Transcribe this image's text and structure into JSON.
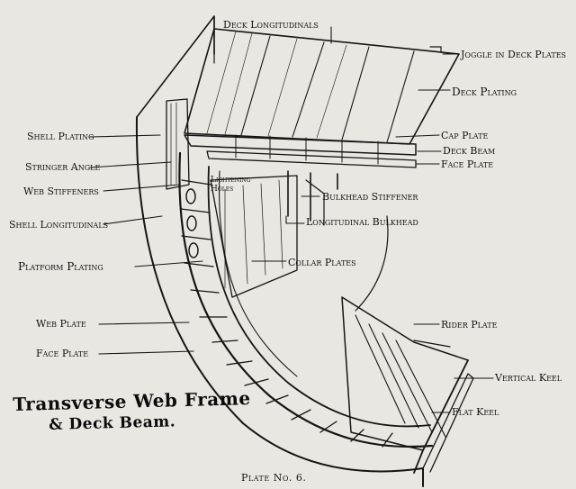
{
  "title": {
    "line1": "Transverse Web Frame",
    "line2": "& Deck Beam."
  },
  "caption": "Plate No. 6.",
  "labels": {
    "deck_longitudinals": "Deck Longitudinals",
    "joggle_in_deck_plates": "Joggle in Deck Plates",
    "deck_plating": "Deck Plating",
    "shell_plating": "Shell Plating",
    "cap_plate": "Cap Plate",
    "deck_beam": "Deck Beam",
    "stringer_angle": "Stringer Angle",
    "face_plate_top": "Face Plate",
    "lightening_holes": "Lightening Holes",
    "web_stiffeners": "Web Stiffeners",
    "bulkhead_stiffener": "Bulkhead Stiffener",
    "shell_longitudinals": "Shell Longitudinals",
    "longitudinal_bulkhead": "Longitudinal Bulkhead",
    "platform_plating": "Platform Plating",
    "collar_plates": "Collar Plates",
    "rider_plate": "Rider Plate",
    "web_plate": "Web Plate",
    "face_plate_lower": "Face Plate",
    "vertical_keel": "Vertical Keel",
    "flat_keel": "Flat Keel"
  }
}
